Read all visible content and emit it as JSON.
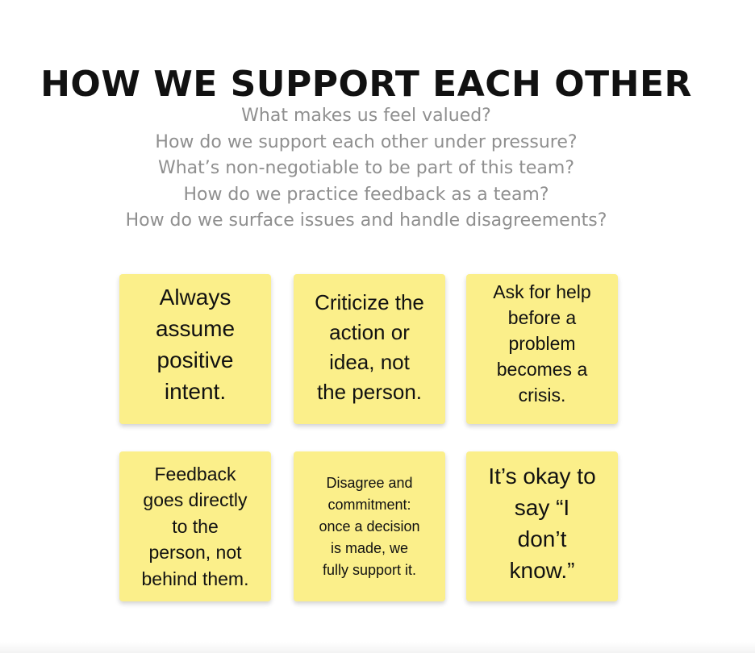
{
  "title": "HOW WE SUPPORT EACH OTHER",
  "questions": [
    "What makes us feel valued?",
    "How do we support each other under pressure?",
    "What’s non-negotiable to be part of this team?",
    "How do we practice feedback as a team?",
    "How do we surface issues and handle disagreements?"
  ],
  "notes": [
    {
      "lines": [
        "Always",
        "assume",
        "positive",
        "intent."
      ]
    },
    {
      "lines": [
        "Criticize the",
        "action or",
        "idea, not",
        "the person."
      ]
    },
    {
      "lines": [
        "Ask for help",
        "before a",
        "problem",
        "becomes a",
        "crisis."
      ]
    },
    {
      "lines": [
        "Feedback",
        "goes directly",
        "to the",
        "person, not",
        "behind them."
      ]
    },
    {
      "lines": [
        "Disagree and",
        "commitment:",
        "once a decision",
        "is made, we",
        "fully support it."
      ]
    },
    {
      "lines": [
        "It’s okay to",
        "say “I",
        "don’t",
        "know.”"
      ]
    }
  ],
  "colors": {
    "note_background": "#fbef8a",
    "question_text": "#8f8f8f",
    "title_text": "#111111"
  }
}
